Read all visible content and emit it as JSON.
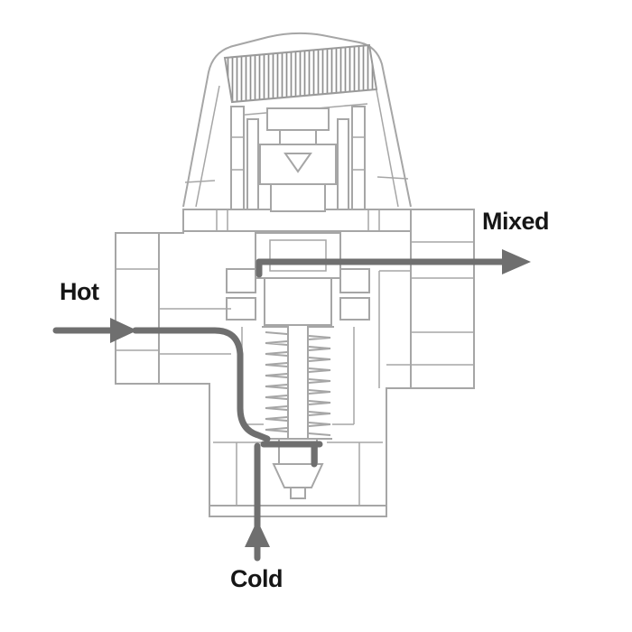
{
  "labels": {
    "hot": "Hot",
    "mixed": "Mixed",
    "cold": "Cold"
  },
  "colors": {
    "bg": "#ffffff",
    "line": "#a6a6a6",
    "knurl": "#8f8f8f",
    "flow": "#6f6f6f",
    "text": "#161616"
  }
}
